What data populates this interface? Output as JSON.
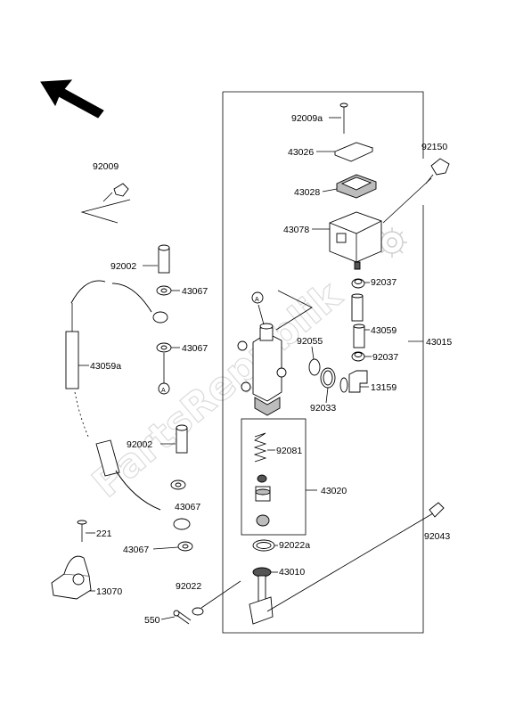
{
  "watermark": "PartsRepublik",
  "labels": {
    "p92009a": "92009a",
    "p43026": "43026",
    "p92150": "92150",
    "p43028": "43028",
    "p43078": "43078",
    "p92037_top": "92037",
    "p43059": "43059",
    "p92037_bottom": "92037",
    "p43015": "43015",
    "p92055": "92055",
    "p13159": "13159",
    "p92033": "92033",
    "p92081": "92081",
    "p43020": "43020",
    "p92022a": "92022a",
    "p43010": "43010",
    "p92043": "92043",
    "p92022": "92022",
    "p550": "550",
    "p92009": "92009",
    "p92002_top": "92002",
    "p43067_1": "43067",
    "p43067_2": "43067",
    "p43059a": "43059a",
    "p92002_bottom": "92002",
    "p43067_3": "43067",
    "p43067_4": "43067",
    "p221": "221",
    "p13070": "13070"
  },
  "circle_markers": {
    "marker_a": "A",
    "marker_b": "A"
  }
}
